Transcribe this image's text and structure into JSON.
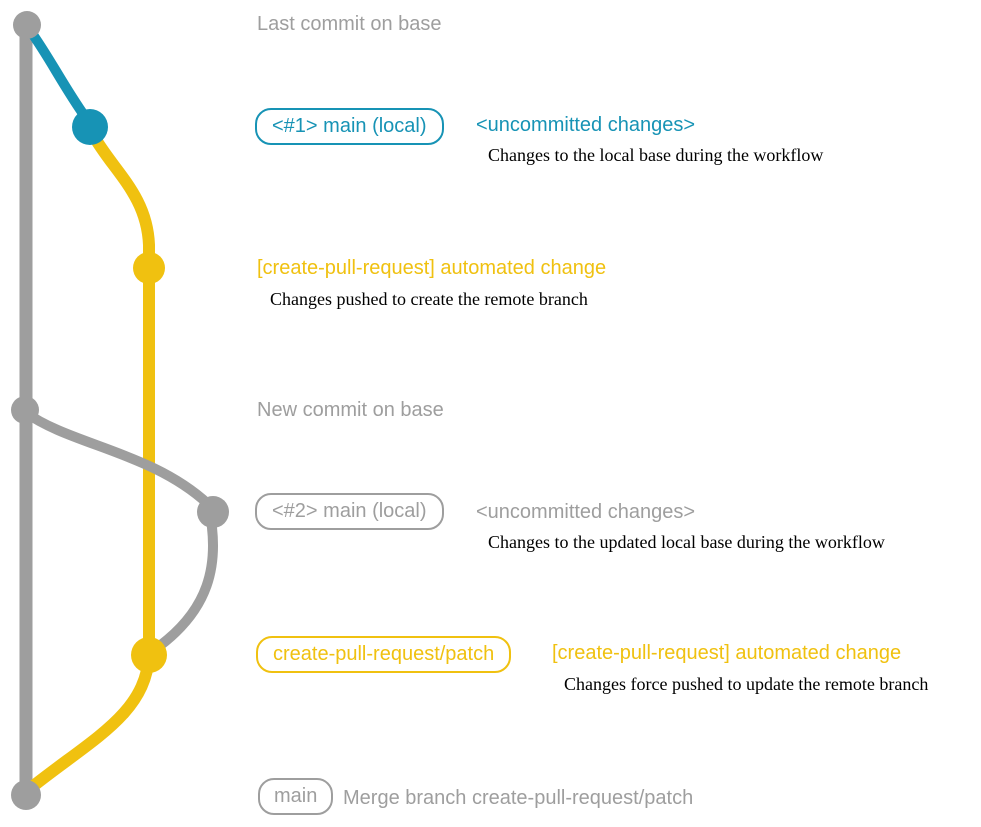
{
  "colors": {
    "gray": "#9e9e9e",
    "teal": "#1793b5",
    "yellow": "#f0c110",
    "black": "#000000",
    "bg": "#ffffff"
  },
  "graph": {
    "annotations": {
      "last_commit_on_base": "Last commit on base",
      "new_commit_on_base": "New commit on base"
    },
    "icons": {
      "base_branch_line": "gray vertical git base branch",
      "commit_dot": "commit node"
    },
    "rows": {
      "uncommitted1": {
        "branch_label": "<#1> main (local)",
        "title": "<uncommitted changes>",
        "description": "Changes to the local base during the workflow"
      },
      "automated1": {
        "title": "[create-pull-request] automated change",
        "description": "Changes pushed to create the remote branch"
      },
      "uncommitted2": {
        "branch_label": "<#2> main (local)",
        "title": "<uncommitted changes>",
        "description": "Changes to the updated local base during the workflow"
      },
      "automated2": {
        "branch_label": "create-pull-request/patch",
        "title": "[create-pull-request] automated change",
        "description": "Changes force pushed to update the remote branch"
      },
      "merge": {
        "branch_label": "main",
        "title": "Merge branch create-pull-request/patch"
      }
    }
  }
}
